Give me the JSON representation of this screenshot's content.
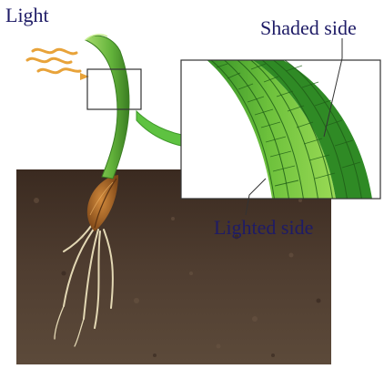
{
  "labels": {
    "light": "Light",
    "shaded_side": "Shaded side",
    "lighted_side": "Lighted side"
  },
  "colors": {
    "label_text": "#1e1b66",
    "light_ray": "#e8a33a",
    "shoot": "#64b13a",
    "shoot_dark": "#3a7d22",
    "soil": "#4e3b2f",
    "seed": "#a96a2c",
    "roots": "#e3d8b4",
    "arrow": "#5ec241",
    "cells_light": "#8ed54a",
    "cells_dark": "#2e8b24"
  },
  "icons": {
    "light_rays": "light-rays-icon",
    "magnify_arrow": "arrow-right-icon"
  }
}
